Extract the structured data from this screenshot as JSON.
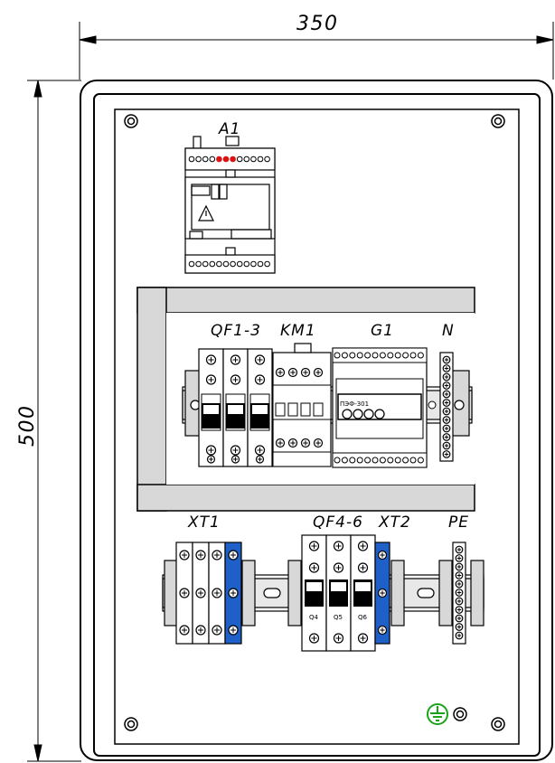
{
  "dimensions": {
    "width": "350",
    "height": "500"
  },
  "labels": {
    "a1": "A1",
    "qf1_3": "QF1-3",
    "km1": "KM1",
    "g1": "G1",
    "n": "N",
    "xt1": "XT1",
    "qf4_6": "QF4-6",
    "xt2": "XT2",
    "pe": "PE"
  },
  "breakers_bottom": [
    "Q4",
    "Q5",
    "Q6"
  ],
  "g1_model": "ПЭФ-301",
  "colors": {
    "outline": "#000000",
    "rail": "#d8d8d8",
    "terminal_blue": "#1e5fc8",
    "ground_green": "#1aa31a",
    "led_red": "#e01010"
  },
  "icons": [
    "screw-icon",
    "warning-triangle-icon",
    "ground-symbol-icon"
  ]
}
